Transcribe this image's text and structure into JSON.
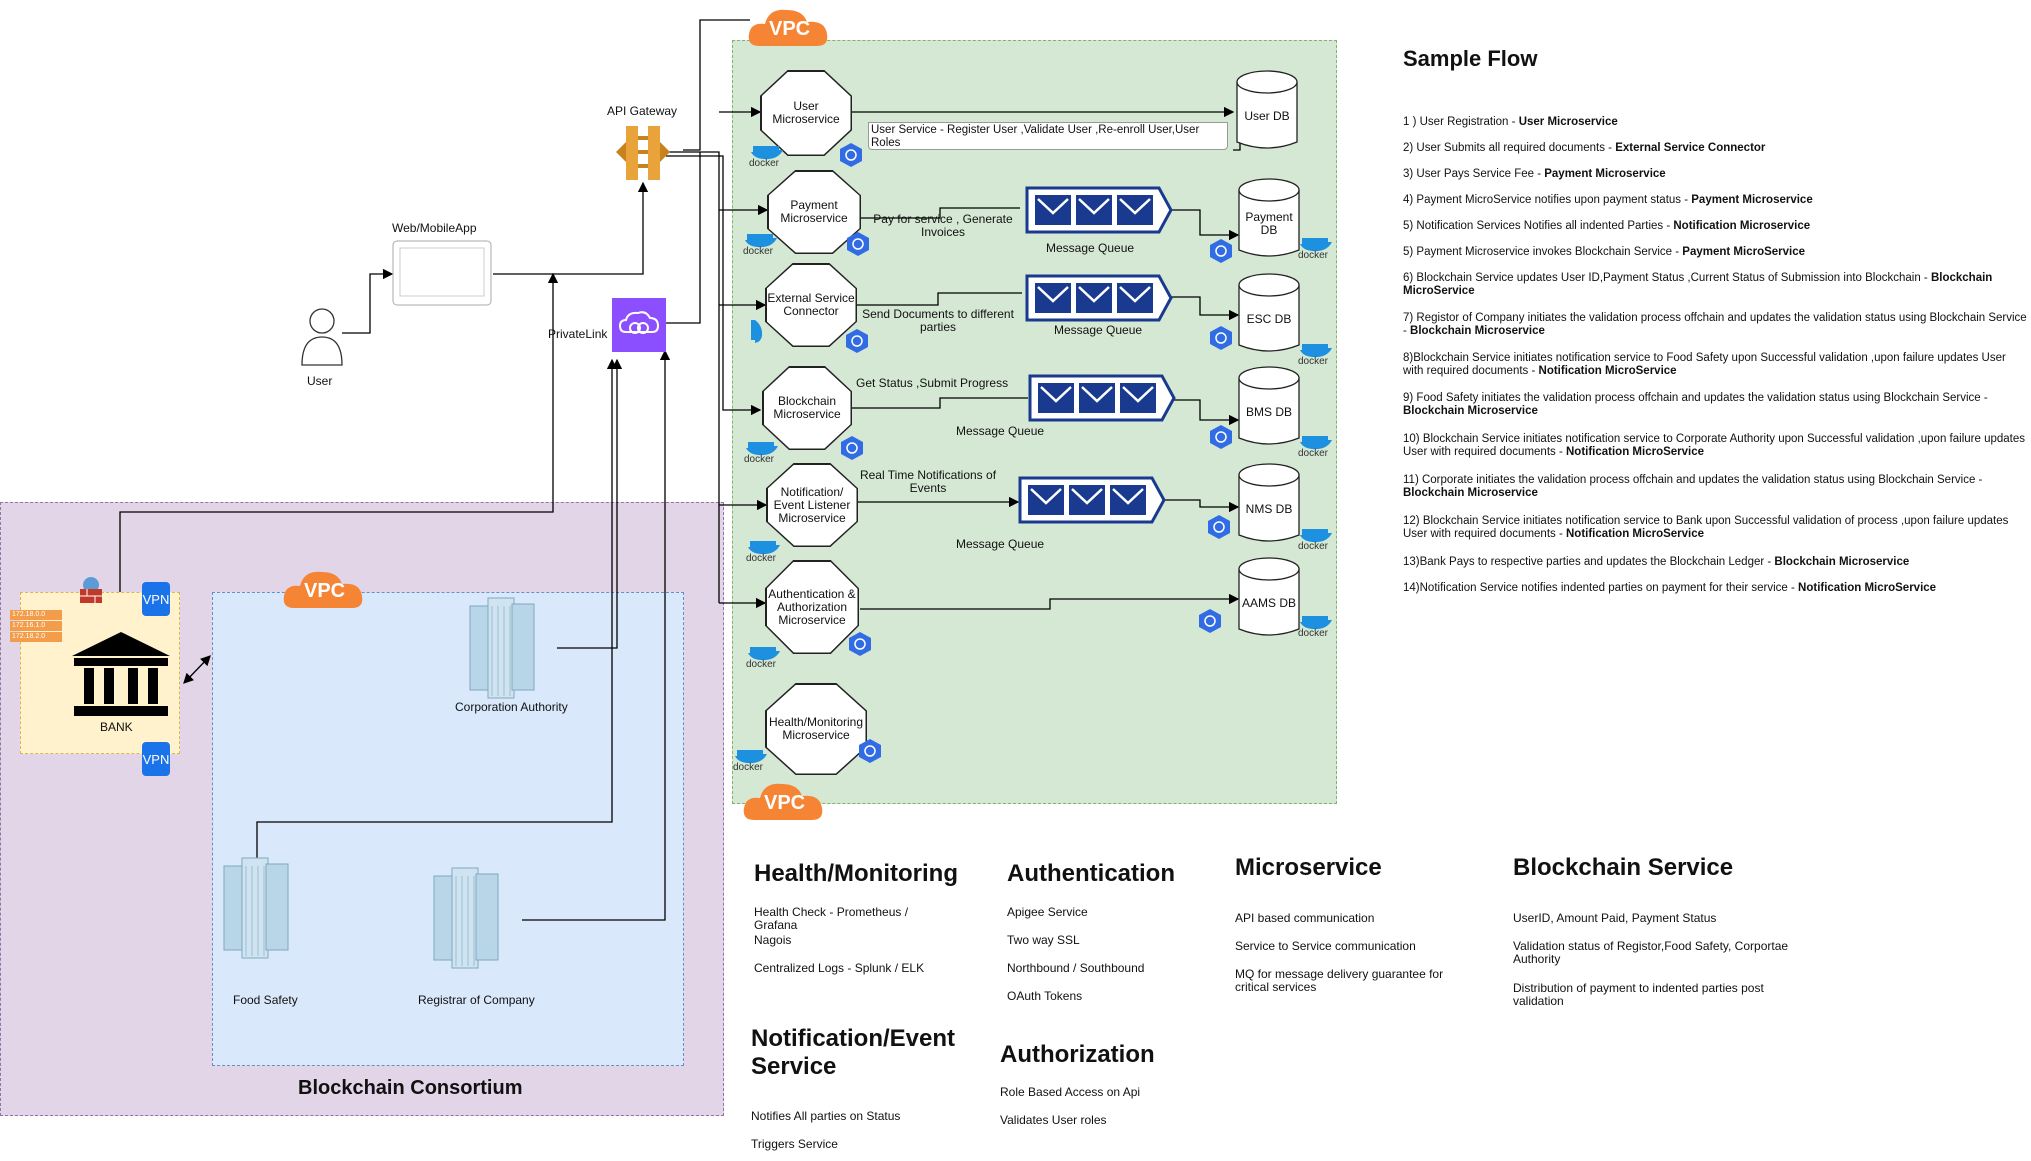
{
  "regions": {
    "consortium_label": "Blockchain Consortium",
    "vpc_badge": "VPC"
  },
  "actors": {
    "user": "User",
    "webapp": "Web/MobileApp",
    "api_gateway": "API Gateway",
    "privatelink": "PrivateLink",
    "bank": "BANK",
    "vpn": "VPN",
    "corporation_authority": "Corporation Authority",
    "food_safety": "Food Safety",
    "registrar": "Registrar of Company",
    "ip_tags": [
      "172.18.0.0",
      "172.16.1.0",
      "172.18.2.0"
    ]
  },
  "microservices": [
    {
      "label": "User Microservice"
    },
    {
      "label": "Payment Microservice"
    },
    {
      "label": "External Service Connector"
    },
    {
      "label": "Blockchain Microservice"
    },
    {
      "label": "Notification/ Event Listener Microservice"
    },
    {
      "label": "Authentication & Authorization Microservice"
    },
    {
      "label": "Health/Monitoring Microservice"
    }
  ],
  "databases": [
    {
      "label": "User DB"
    },
    {
      "label": "Payment DB"
    },
    {
      "label": "ESC DB"
    },
    {
      "label": "BMS DB"
    },
    {
      "label": "NMS DB"
    },
    {
      "label": "AAMS DB"
    }
  ],
  "edges": {
    "user_service": "User Service - Register User ,Validate User ,Re-enroll User,User Roles",
    "payment": "Pay for service , Generate Invoices",
    "external": "Send Documents  to different parties",
    "blockchain": "Get Status ,Submit Progress",
    "notification": "Real Time Notifications of Events"
  },
  "queue_label": "Message Queue",
  "docker_label": "docker",
  "sample_flow": {
    "title": "Sample Flow",
    "steps": [
      {
        "text": "1 ) User Registration  - ",
        "bold": "User Microservice"
      },
      {
        "text": "2)  User Submits all required documents -  ",
        "bold": "External Service Connector"
      },
      {
        "text": "3) User Pays Service Fee - ",
        "bold": "Payment Microservice"
      },
      {
        "text": "4) Payment MicroService notifies upon payment status - ",
        "bold": "Payment Microservice"
      },
      {
        "text": "5) Notification Services Notifies all indented Parties - ",
        "bold": "Notification Microservice"
      },
      {
        "text": "5) Payment Microservice invokes Blockchain Service - ",
        "bold": "Payment MicroService"
      },
      {
        "text": "6) Blockchain Service updates User ID,Payment Status ,Current Status of Submission  into Blockchain -   ",
        "bold": "Blockchain MicroService"
      },
      {
        "text": "7) Registor of Company initiates the validation process offchain and updates the validation status using Blockchain Service -   ",
        "bold": "Blockchain Microservice"
      },
      {
        "text": " 8)Blockchain Service initiates notification service to Food Safety upon Successful validation ,upon failure updates User with required documents - ",
        "bold": "Notification MicroService"
      },
      {
        "text": " 9) Food Safety initiates the validation process offchain and updates the validation status using Blockchain Service -   ",
        "bold": "Blockchain Microservice"
      },
      {
        "text": "10) Blockchain Service initiates notification service to Corporate Authority  upon Successful validation ,upon failure updates User with required documents - ",
        "bold": "Notification MicroService"
      },
      {
        "text": "11) Corporate  initiates the validation process offchain and updates the validation status using Blockchain Service -   ",
        "bold": "Blockchain Microservice"
      },
      {
        "text": "12) Blockchain Service initiates notification service to Bank   upon Successful validation of process  ,upon failure updates User with required documents - ",
        "bold": "Notification MicroService"
      },
      {
        "text": "13)Bank Pays to respective parties and updates the Blockchain Ledger - ",
        "bold": "Blockchain Microservice"
      },
      {
        "text": "14)Notification Service notifies indented parties on payment for their service - ",
        "bold": "Notification MicroService"
      }
    ]
  },
  "sections": {
    "health": {
      "title": "Health/Monitoring",
      "items": [
        "Health Check - Prometheus / Grafana",
        "Nagois",
        "Centralized Logs - Splunk / ELK"
      ]
    },
    "authentication": {
      "title": "Authentication",
      "items": [
        "Apigee Service",
        "Two way SSL",
        "Northbound / Southbound",
        "OAuth Tokens"
      ]
    },
    "microservice": {
      "title": "Microservice",
      "items": [
        "API  based communication",
        "Service to Service communication",
        "MQ for message delivery guarantee for critical services"
      ]
    },
    "blockchain": {
      "title": "Blockchain Service",
      "items": [
        "UserID, Amount Paid, Payment Status",
        "Validation status of Registor,Food Safety, Corportae Authority",
        "Distribution of payment to indented parties post validation"
      ]
    },
    "notification": {
      "title": "Notification/Event Service",
      "items": [
        "Notifies All parties on Status",
        "Triggers Service"
      ]
    },
    "authorization": {
      "title": "Authorization",
      "items": [
        "Role Based Access on Api",
        "Validates User roles"
      ]
    }
  }
}
